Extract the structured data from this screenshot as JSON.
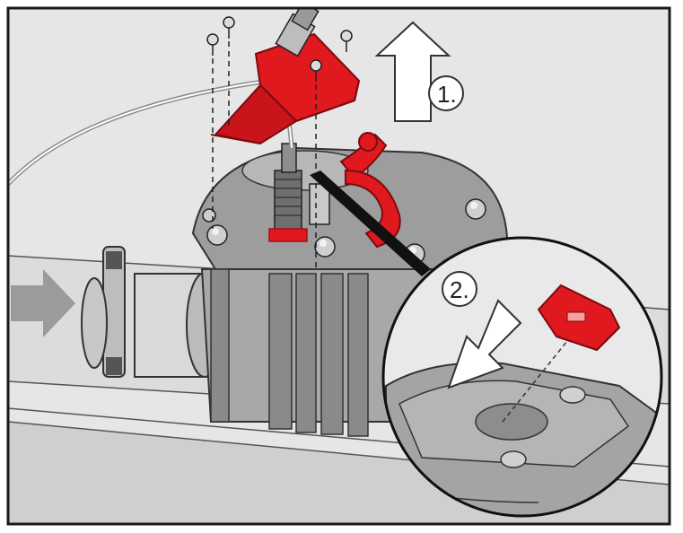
{
  "diagram": {
    "steps": [
      {
        "id": "step-1",
        "label": "1."
      },
      {
        "id": "step-2",
        "label": "2."
      }
    ],
    "colors": {
      "frame": "#1a1a1a",
      "background": "#e6e6e6",
      "pipe": "#d4d4d4",
      "housing": "#9a9a9a",
      "housing_dark": "#6f6f6f",
      "housing_light": "#bdbdbd",
      "highlight_part": "#e0191f",
      "highlight_dark": "#a50f14",
      "arrow_gray": "#9b9b9b",
      "arrow_white": "#ffffff",
      "cable": "#8c8c8c"
    },
    "icons": {
      "flow_arrow": "arrow-right",
      "lift_arrow": "arrow-up",
      "insert_arrow": "arrow-down-left",
      "detail_zoom": "magnifier-circle"
    }
  }
}
